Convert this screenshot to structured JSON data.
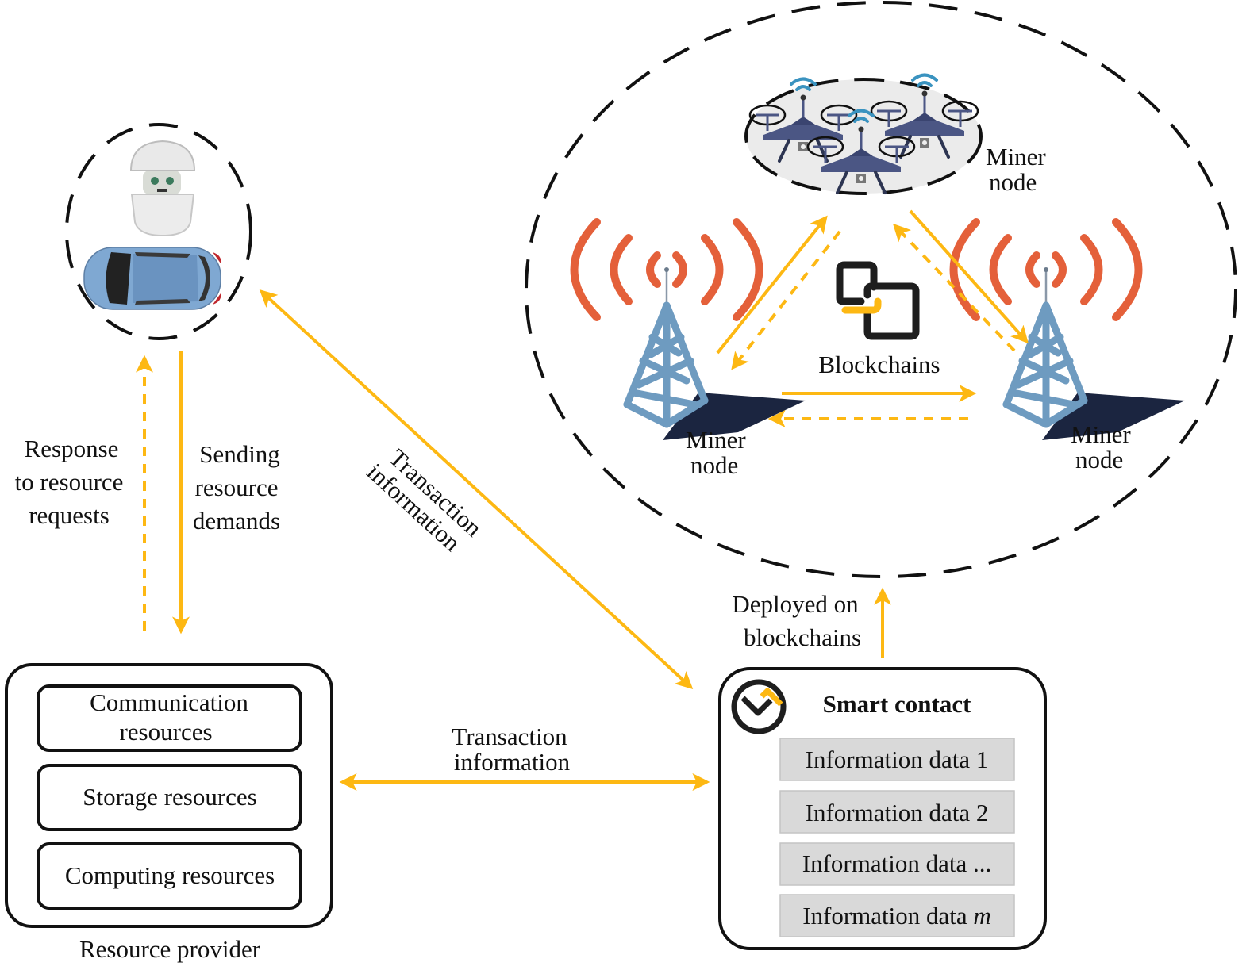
{
  "colors": {
    "arrow": "#FDB813",
    "signal": "#E4603A",
    "tower": "#6E9BC0",
    "tower_shadow": "#1B2540",
    "drone": "#4B5684",
    "wifi": "#3A93C0",
    "car": "#7FA8D2",
    "info_box": "#D9D9D9",
    "outline": "#111111",
    "drone_bg": "#EBEBEB"
  },
  "user_side": {
    "devices": [
      "robot",
      "vehicle"
    ],
    "response_label": [
      "Response",
      "to resource",
      "requests"
    ],
    "sending_label": [
      "Sending",
      "resource",
      "demands"
    ]
  },
  "resource_provider": {
    "title": "Resource provider",
    "items": [
      {
        "lines": [
          "Communication",
          "resources"
        ]
      },
      {
        "lines": [
          "Storage resources"
        ]
      },
      {
        "lines": [
          "Computing resources"
        ]
      }
    ]
  },
  "links": {
    "diagonal_label": [
      "Transaction",
      "information"
    ],
    "horizontal_label": [
      "Transaction",
      "information"
    ],
    "deploy_label": [
      "Deployed on",
      "blockchains"
    ]
  },
  "smart_contract": {
    "title": "Smart contact",
    "icon": "smart-contract-logo-icon",
    "items": [
      {
        "text": "Information data 1",
        "suffix": ""
      },
      {
        "text": "Information data 2",
        "suffix": ""
      },
      {
        "text": "Information data ...",
        "suffix": ""
      },
      {
        "text": "Information data ",
        "suffix": "m"
      }
    ]
  },
  "blockchain_network": {
    "center_label": "Blockchains",
    "icon": "chain-link-icon",
    "nodes": [
      {
        "kind": "drone-swarm",
        "label": [
          "Miner",
          "node"
        ]
      },
      {
        "kind": "tower",
        "label": [
          "Miner",
          "node"
        ]
      },
      {
        "kind": "tower",
        "label": [
          "Miner",
          "node"
        ]
      }
    ]
  }
}
